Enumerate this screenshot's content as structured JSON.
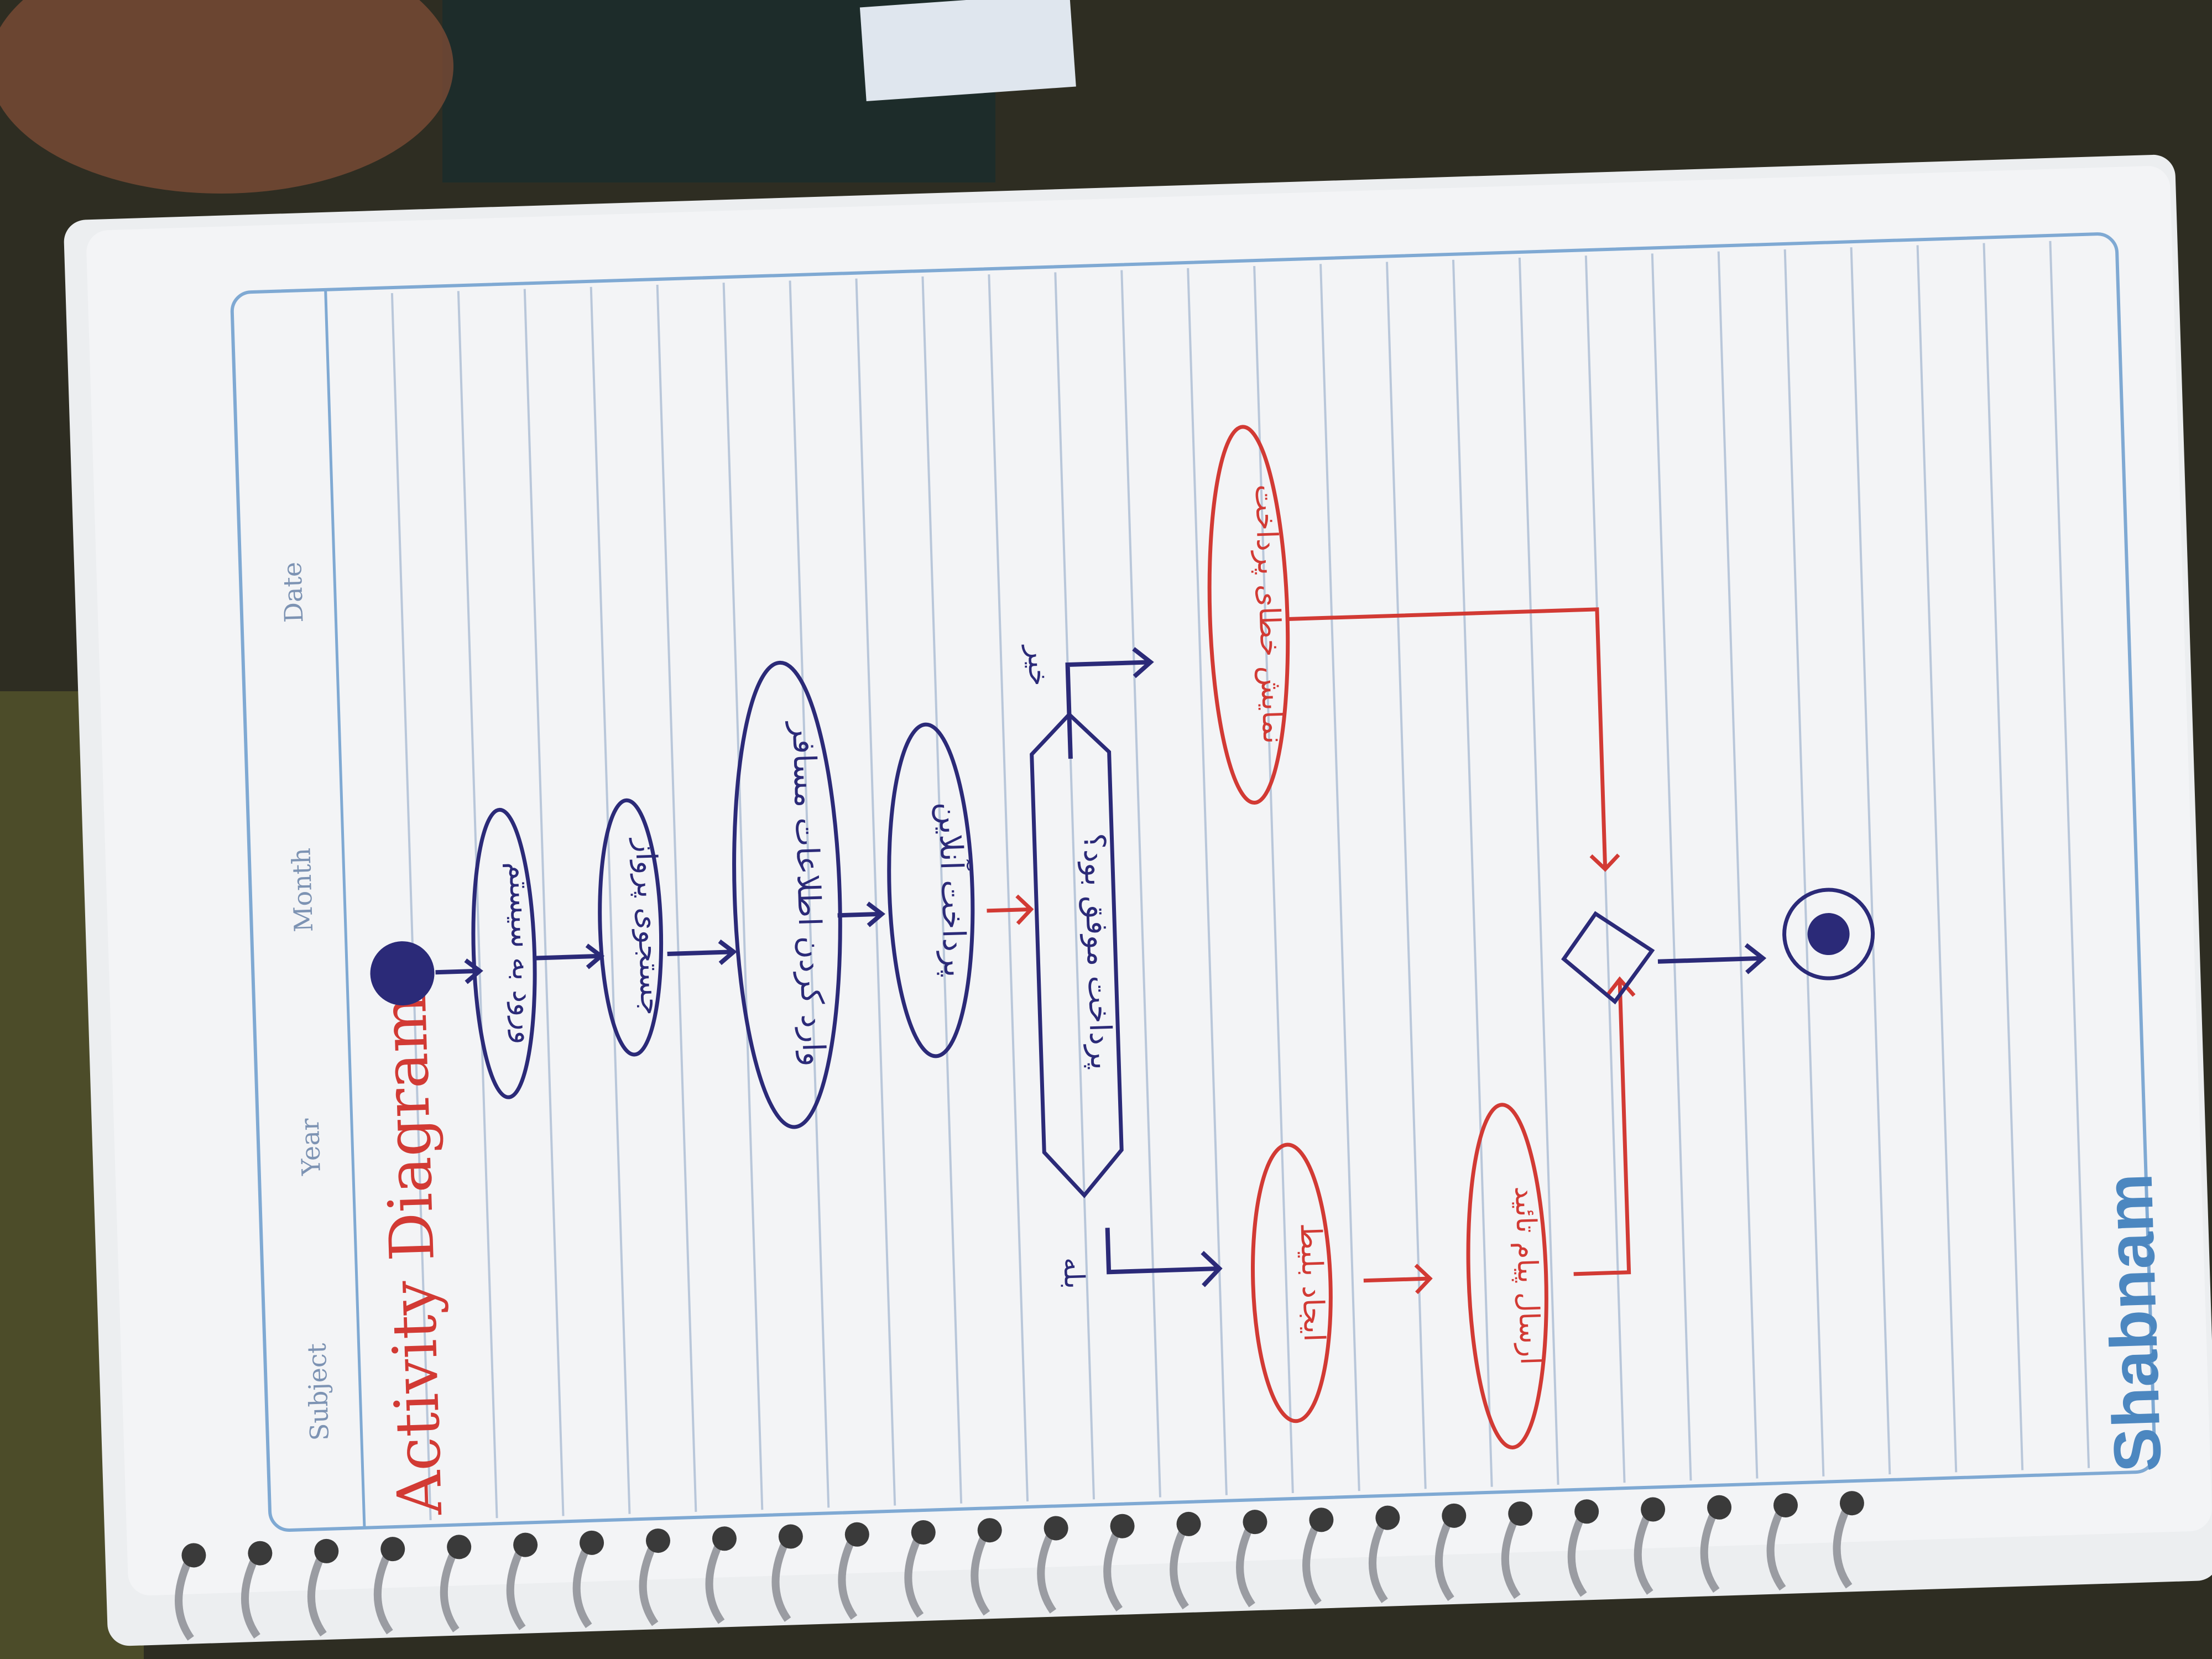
{
  "notebook": {
    "header_labels": [
      "Subject",
      "Year",
      "Month",
      "Date"
    ],
    "brand": "Shabnam"
  },
  "diagram": {
    "title": "Activity Diagram",
    "nodes": {
      "login": "ورود به سیستم",
      "search": "جستجوی پرواز",
      "enter_info": "وارد کردن اطلاعات مسافر",
      "pay_online": "پرداخت آنلاین",
      "decision": "پرداخت موفق بود؟",
      "yes": "بله",
      "no": "خیر",
      "show_error": "نمایش خطای پرداخت",
      "issue_ticket": "ایجاد بلیط",
      "send_confirm": "ارسال پیام تائید"
    }
  },
  "colors": {
    "ink_blue": "#2b2a78",
    "ink_red": "#d23a34",
    "paper": "#f3f4f6",
    "rule": "#b9c7da",
    "frame": "#7fa9d3"
  }
}
